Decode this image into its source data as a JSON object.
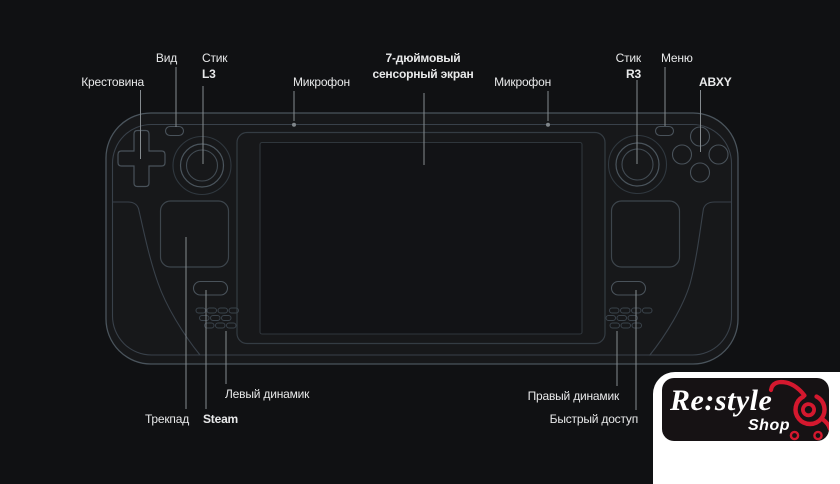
{
  "colors": {
    "background": "#101113",
    "device_outline": "#4a545c",
    "leader_line": "#858b8f",
    "label_text": "#e8e9ea",
    "logo_accent": "#d4182e",
    "logo_box_bg": "#161214",
    "logo_patch_bg": "#ffffff"
  },
  "diagram": {
    "labels": {
      "dpad": "Крестовина",
      "view_button": "Вид",
      "left_stick_title": "Стик",
      "left_stick_sub": "L3",
      "mic_left": "Микрофон",
      "screen_line1": "7-дюймовый",
      "screen_line2": "сенсорный экран",
      "mic_right": "Микрофон",
      "right_stick_title": "Стик",
      "right_stick_sub": "R3",
      "menu_button": "Меню",
      "abxy": "ABXY",
      "left_speaker": "Левый динамик",
      "trackpad": "Трекпад",
      "steam_button": "Steam",
      "right_speaker": "Правый динамик",
      "quick_access": "Быстрый доступ"
    }
  },
  "logo": {
    "line1": "Re:style",
    "line2": "Shop"
  }
}
